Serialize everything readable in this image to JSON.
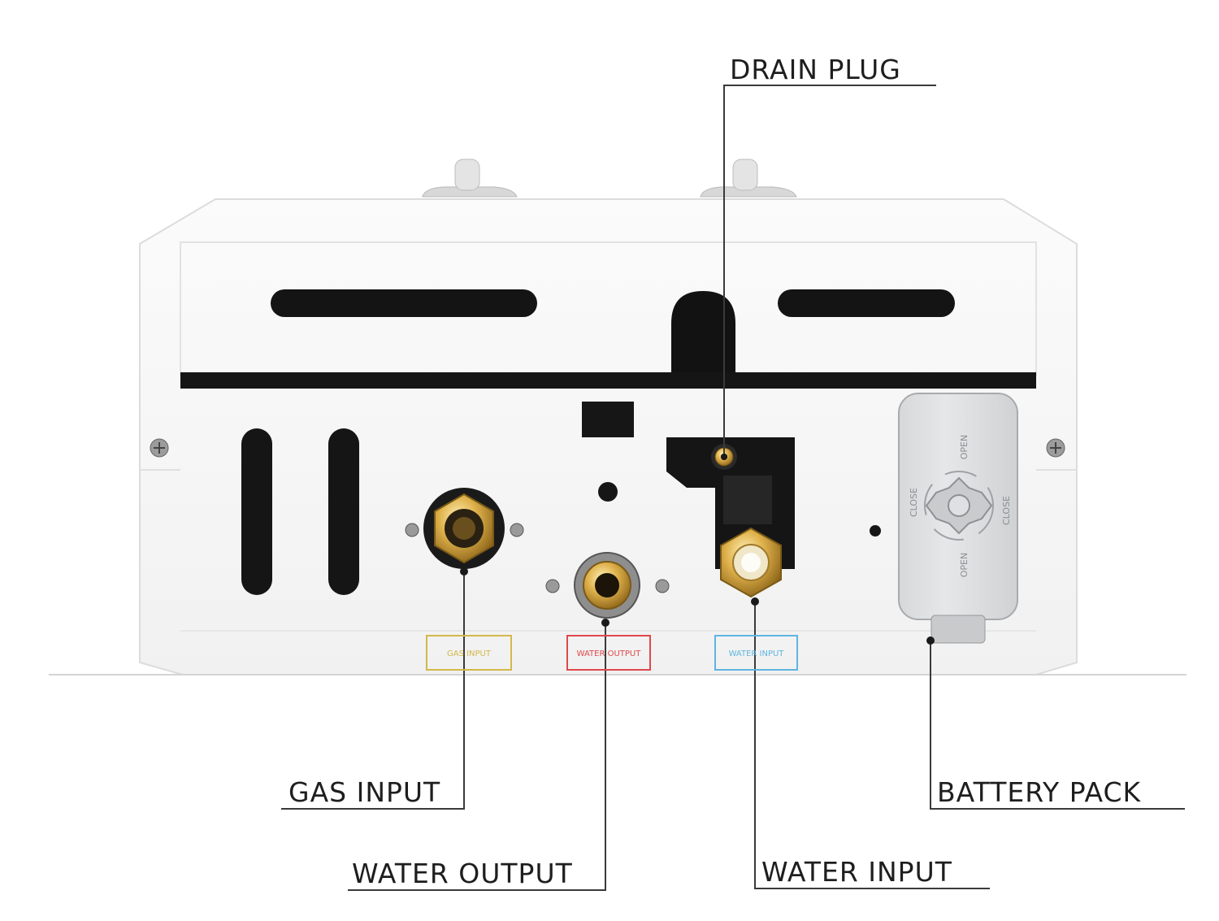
{
  "callouts": {
    "drain_plug": "DRAIN PLUG",
    "gas_input": "GAS INPUT",
    "water_output": "WATER OUTPUT",
    "water_input": "WATER INPUT",
    "battery_pack": "BATTERY PACK"
  },
  "panel_labels": {
    "gas_input": "GAS INPUT",
    "water_output": "WATER OUTPUT",
    "water_input": "WATER INPUT"
  },
  "battery_cover": {
    "open_top": "OPEN",
    "open_bottom": "OPEN",
    "close_left": "CLOSE",
    "close_right": "CLOSE"
  },
  "colors": {
    "gas_label": "#d4b84a",
    "water_output_label": "#e0484c",
    "water_input_label": "#5fb5e0",
    "brass": "#d9ad4a",
    "leader_line": "#3a3a3a"
  },
  "icons": {
    "cover_latch": "rotary-latch-icon",
    "mount_screw": "screw-icon"
  }
}
